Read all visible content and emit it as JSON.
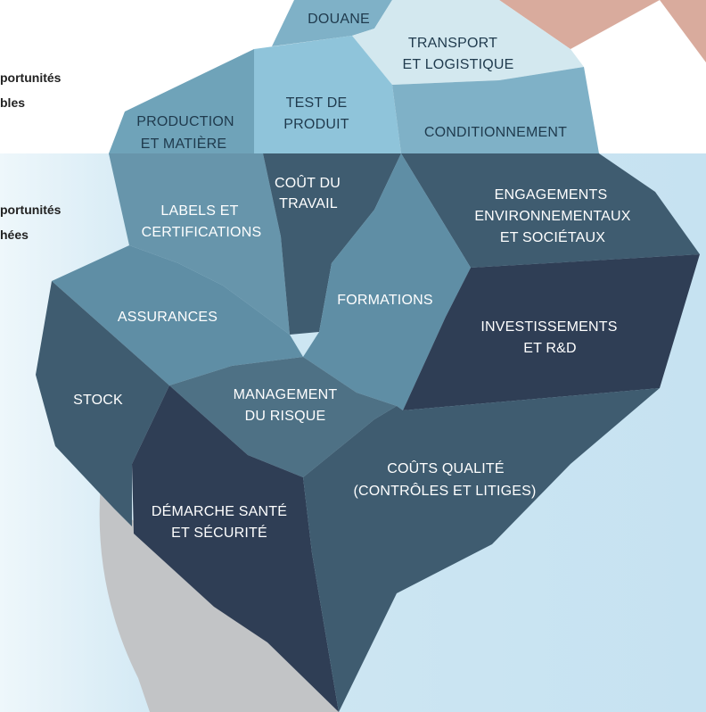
{
  "side_labels": {
    "visible_line1": "portunités",
    "visible_line2": "bles",
    "hidden_line1": "portunités",
    "hidden_line2": "hées"
  },
  "segments": {
    "douane": [
      "DOUANE"
    ],
    "transport": [
      "TRANSPORT",
      "ET LOGISTIQUE"
    ],
    "production": [
      "PRODUCTION",
      "ET MATIÈRE"
    ],
    "test_produit": [
      "TEST DE",
      "PRODUIT"
    ],
    "conditionnement": [
      "CONDITIONNEMENT"
    ],
    "cout_travail": [
      "COÛT DU",
      "TRAVAIL"
    ],
    "labels": [
      "LABELS ET",
      "CERTIFICATIONS"
    ],
    "engagements": [
      "ENGAGEMENTS",
      "ENVIRONNEMENTAUX",
      "ET SOCIÉTAUX"
    ],
    "formations": [
      "FORMATIONS"
    ],
    "assurances": [
      "ASSURANCES"
    ],
    "investissements": [
      "INVESTISSEMENTS",
      "ET R&D"
    ],
    "stock": [
      "STOCK"
    ],
    "management": [
      "MANAGEMENT",
      "DU RISQUE"
    ],
    "couts_qualite": [
      "COÛTS QUALITÉ",
      "(CONTRÔLES ET LITIGES)"
    ],
    "demarche": [
      "DÉMARCHE SANTÉ",
      "ET SÉCURITÉ"
    ]
  },
  "colors": {
    "sky": "#ffffff",
    "water": "#c9e4f2",
    "water_edge": "#e9f4fa",
    "accent_pink": "#d9ab9d",
    "shadow_gray": "#c2c4c6",
    "tier1_light": "#d3e8ef",
    "tier1_mid": "#8fc4da",
    "tier1_blue": "#7fb1c7",
    "tier1_dark": "#6fa3b9",
    "mid_blue": "#5f8ea5",
    "slate": "#4e7185",
    "deep": "#3f5c70",
    "navy": "#2f3e55"
  }
}
